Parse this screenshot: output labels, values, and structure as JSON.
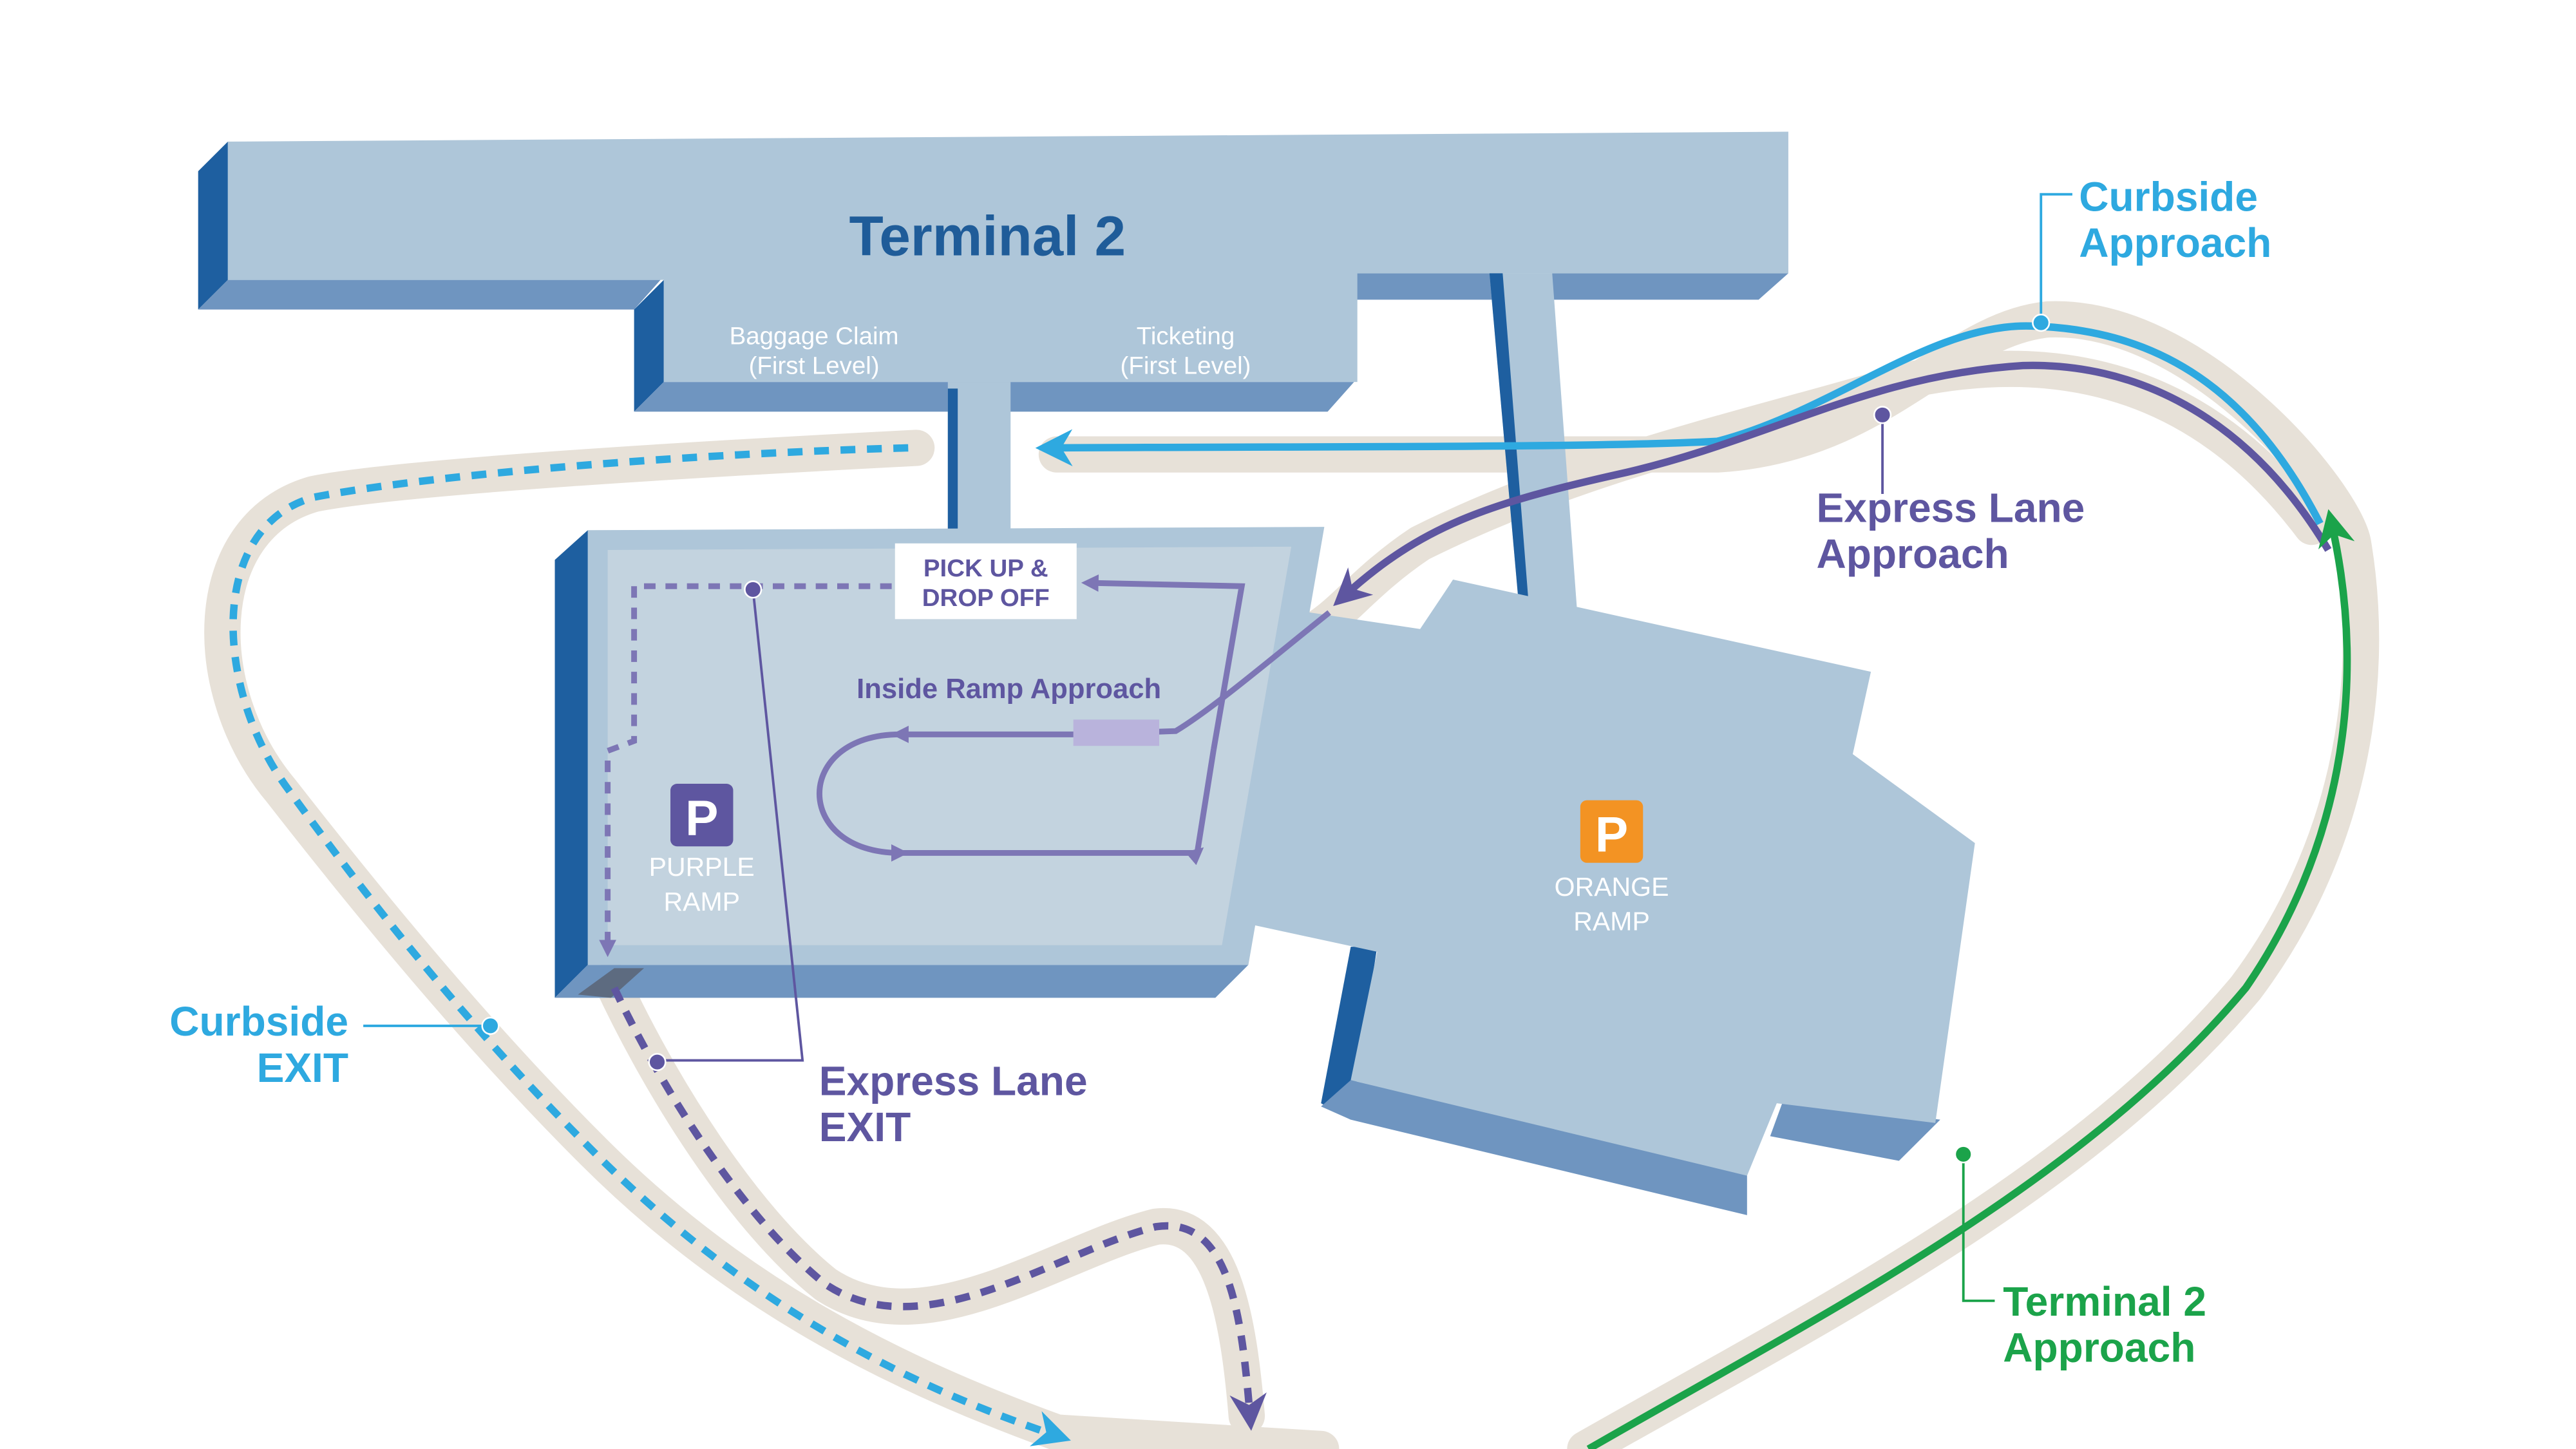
{
  "terminal": {
    "title": "Terminal 2",
    "baggage_line1": "Baggage Claim",
    "baggage_line2": "(First Level)",
    "ticketing_line1": "Ticketing",
    "ticketing_line2": "(First Level)"
  },
  "pickup": {
    "line1": "PICK UP &",
    "line2": "DROP OFF"
  },
  "inside_ramp_label": "Inside Ramp Approach",
  "purple_ramp": {
    "icon_letter": "P",
    "line1": "PURPLE",
    "line2": "RAMP"
  },
  "orange_ramp": {
    "icon_letter": "P",
    "line1": "ORANGE",
    "line2": "RAMP"
  },
  "labels": {
    "curbside_approach_1": "Curbside",
    "curbside_approach_2": "Approach",
    "express_approach_1": "Express Lane",
    "express_approach_2": "Approach",
    "curbside_exit_1": "Curbside",
    "curbside_exit_2": "EXIT",
    "express_exit_1": "Express Lane",
    "express_exit_2": "EXIT",
    "terminal2_approach_1": "Terminal 2",
    "terminal2_approach_2": "Approach"
  },
  "colors": {
    "curbside": "#2ea9e0",
    "express": "#5e56a0",
    "terminal_approach": "#1ba34a",
    "road": "#e7e1d8",
    "building": "#aec6d9",
    "building_dark": "#1e5fa0",
    "building_mid": "#6f95c0",
    "title": "#1f5c99",
    "purple_icon": "#5e56a0",
    "orange_icon": "#f39323"
  },
  "icons": {
    "purple_ramp": "parking-icon",
    "orange_ramp": "parking-icon"
  }
}
